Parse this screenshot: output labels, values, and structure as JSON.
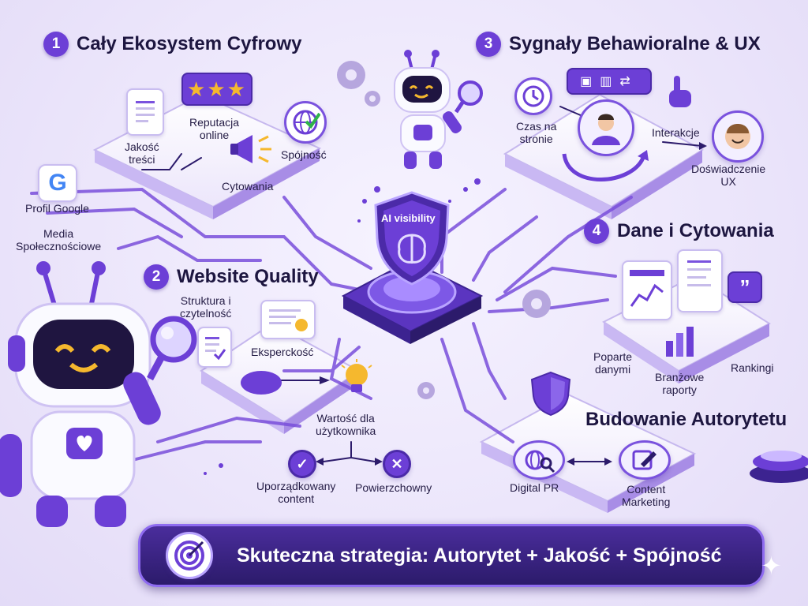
{
  "sections": [
    {
      "number": "1",
      "title": "Cały Ekosystem Cyfrowy"
    },
    {
      "number": "2",
      "title": "Website Quality"
    },
    {
      "number": "3",
      "title": "Sygnały Behawioralne & UX"
    },
    {
      "number": "4",
      "title": "Dane i Cytowania"
    }
  ],
  "ecosystem": {
    "reputation": "Reputacja\nonline",
    "content_quality": "Jakość\ntreści",
    "consistency": "Spójność",
    "citations": "Cytowania",
    "google_profile": "Profil Google",
    "social_media": "Media\nSpołecznościowe"
  },
  "website_quality": {
    "structure": "Struktura i\nczytelność",
    "expertise": "Eksperckość",
    "user_value": "Wartość dla\nużytkownika",
    "organized": "Uporządkowany\ncontent",
    "superficial": "Powierzchowny"
  },
  "behavior": {
    "time_on_page": "Czas na\nstronie",
    "interaction": "Interakcje",
    "ux_experience": "Doświadczenie\nUX"
  },
  "data_citations": {
    "data_backed": "Poparte\ndanymi",
    "industry_reports": "Branżowe\nraporty",
    "rankings": "Rankingi"
  },
  "authority": {
    "title": "Budowanie Autorytetu",
    "digital_pr": "Digital PR",
    "content_marketing": "Content\nMarketing"
  },
  "hub": {
    "label": "AI visibility"
  },
  "banner": {
    "text": "Skuteczna strategia: Autorytet + Jakość + Spójność"
  },
  "colors": {
    "accent": "#6c3fd6",
    "dark": "#2c1b6b",
    "success": "#2fb34a",
    "star": "#f5b82e"
  }
}
